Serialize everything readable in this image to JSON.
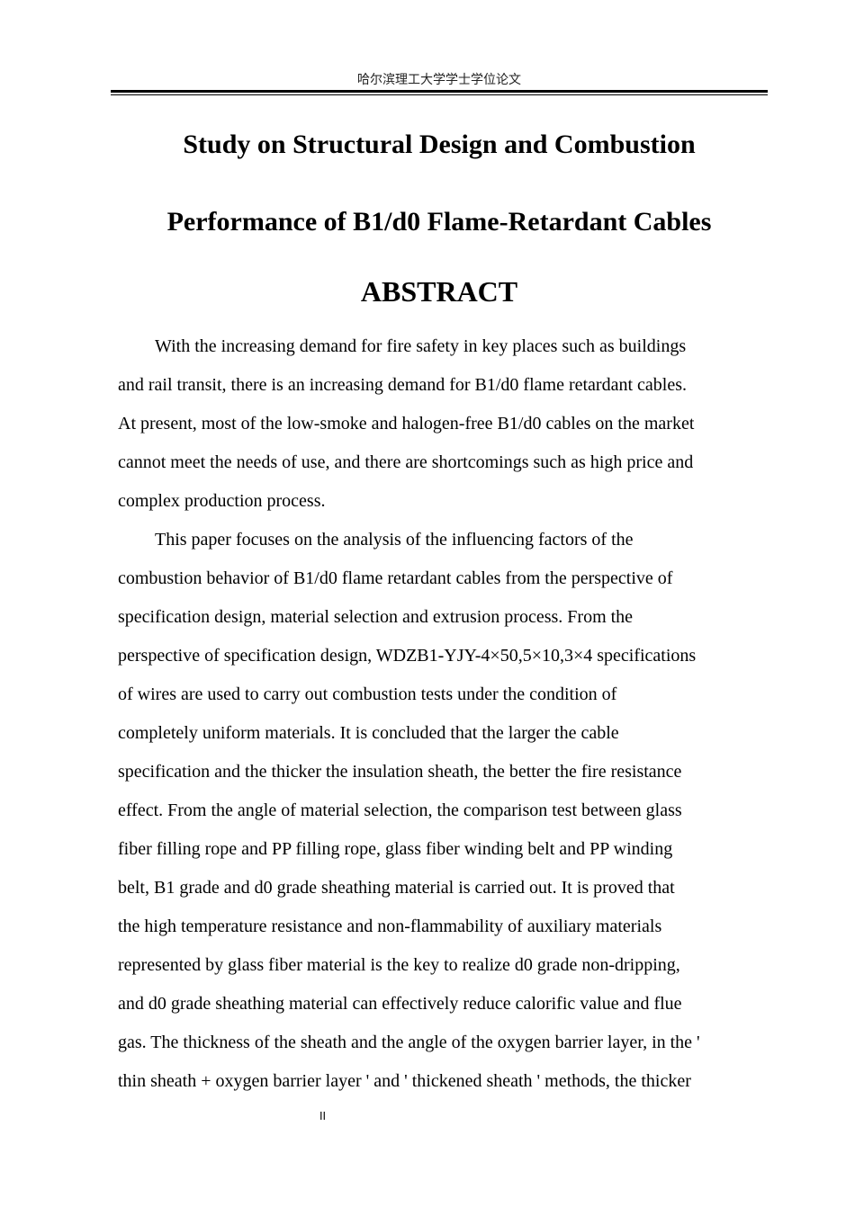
{
  "header": {
    "running_title": "哈尔滨理工大学学士学位论文"
  },
  "title": {
    "line1": "Study on Structural Design and Combustion",
    "line2": "Performance of B1/d0 Flame-Retardant Cables"
  },
  "abstract": {
    "heading": "ABSTRACT",
    "lines": [
      "With the increasing demand for fire safety in key places such as buildings",
      "and rail transit, there is an increasing demand for B1/d0 flame retardant cables.",
      "At present, most of the low-smoke and halogen-free B1/d0 cables on the market",
      "cannot meet the needs of use, and there are shortcomings such as high price and",
      "complex production process.",
      "This paper focuses on the analysis of the influencing factors of the",
      "combustion behavior of B1/d0 flame retardant cables from the perspective of",
      "specification design, material selection and extrusion process. From the",
      "perspective of specification design, WDZB1-YJY-4×50,5×10,3×4 specifications",
      "of wires are used to carry out combustion tests under the condition of",
      "completely uniform materials. It is concluded that the larger the cable",
      "specification and the thicker the insulation sheath, the better the fire resistance",
      "effect. From the angle of material selection, the comparison test between glass",
      "fiber filling rope and PP filling rope, glass fiber winding belt and PP winding",
      "belt, B1 grade and d0 grade sheathing material is carried out. It is proved that",
      "the high temperature resistance and non-flammability of auxiliary materials",
      "represented by glass fiber material is the key to realize d0 grade non-dripping,",
      "and d0 grade sheathing material can effectively reduce calorific value and flue",
      "gas. The thickness of the sheath and the angle of the oxygen barrier layer, in the '",
      "thin sheath + oxygen barrier layer ' and ' thickened sheath ' methods, the thicker"
    ]
  },
  "footer": {
    "page_number": "II"
  }
}
